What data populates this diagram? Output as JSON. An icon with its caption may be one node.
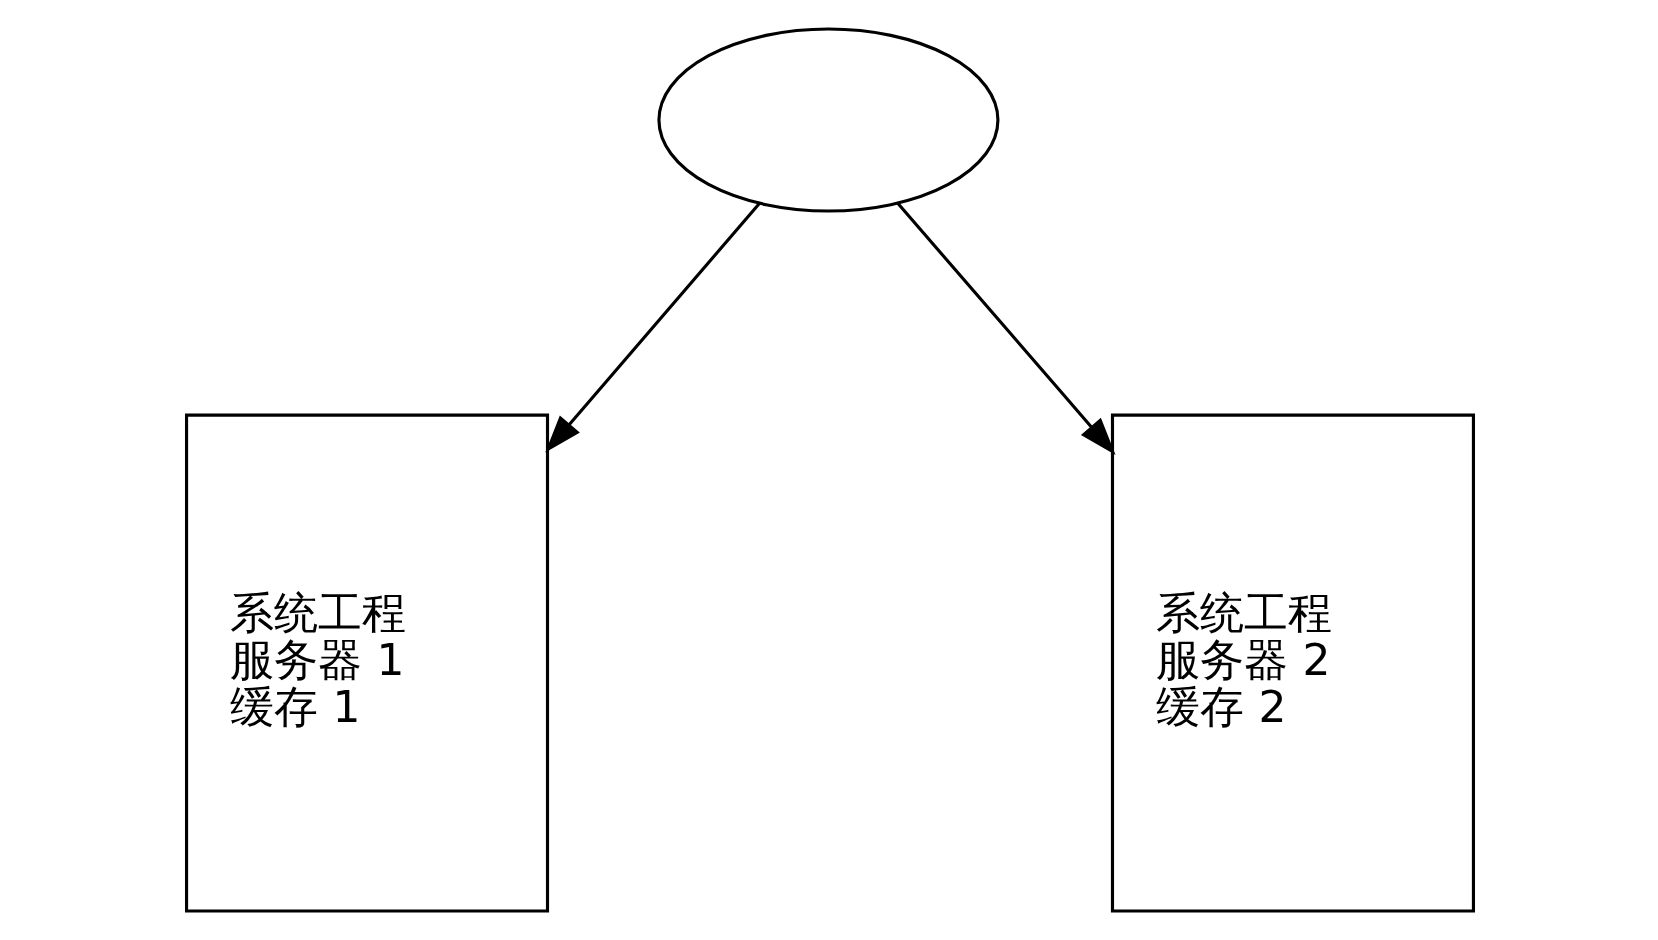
{
  "diagram": {
    "nodes": [
      {
        "text": [],
        "shape": "ellipse"
      },
      {
        "text": [
          "系统工程",
          "服务器 1",
          "缓存 1"
        ]
      },
      {
        "text": [
          "系统工程",
          "服务器 2",
          "缓存 2"
        ]
      }
    ],
    "edges": [
      {
        "from": 0,
        "to": 1,
        "arrow": "to"
      },
      {
        "from": 0,
        "to": 2,
        "arrow": "to"
      }
    ]
  }
}
